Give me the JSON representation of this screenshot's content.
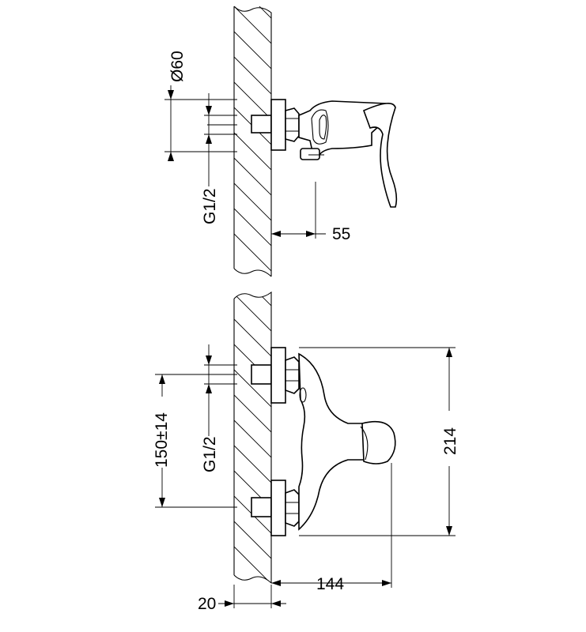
{
  "drawing": {
    "top_view": {
      "dim_diameter": "Ø60",
      "dim_thread": "G1/2",
      "dim_projection": "55"
    },
    "front_view": {
      "dim_spacing": "150±14",
      "dim_thread": "G1/2",
      "dim_height": "214",
      "dim_length": "144",
      "dim_wall": "20"
    }
  }
}
